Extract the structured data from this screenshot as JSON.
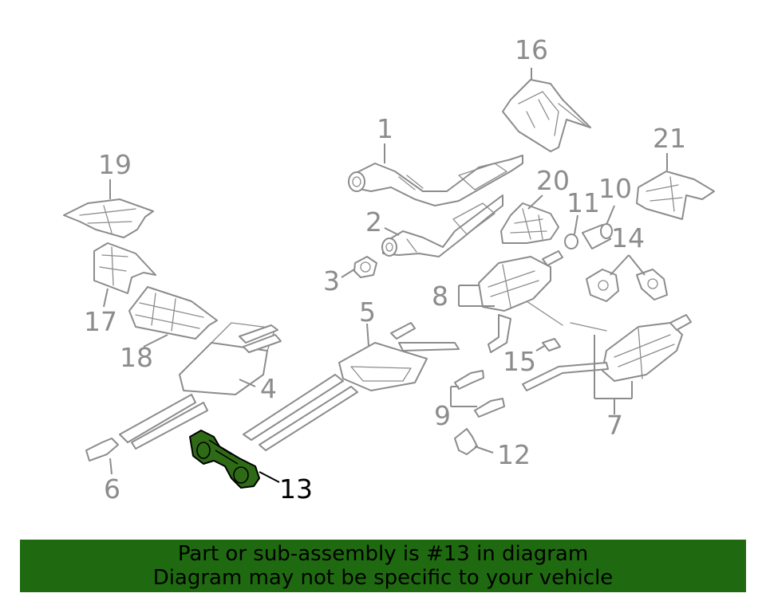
{
  "colors": {
    "part_stroke": "#8c8c8c",
    "highlight_fill": "#2f6b17",
    "banner_background": "#1f6a10",
    "banner_text": "#000000",
    "background": "#ffffff"
  },
  "diagram": {
    "highlighted_callout": "13",
    "callouts": {
      "c1": "1",
      "c2": "2",
      "c3": "3",
      "c4": "4",
      "c5": "5",
      "c6": "6",
      "c7": "7",
      "c8": "8",
      "c9": "9",
      "c10": "10",
      "c11": "11",
      "c12": "12",
      "c13": "13",
      "c14": "14",
      "c15": "15",
      "c16": "16",
      "c17": "17",
      "c18": "18",
      "c19": "19",
      "c20": "20",
      "c21": "21"
    }
  },
  "banner": {
    "line1": "Part or sub-assembly is #13 in diagram",
    "line2": "Diagram may not be specific to your vehicle"
  }
}
